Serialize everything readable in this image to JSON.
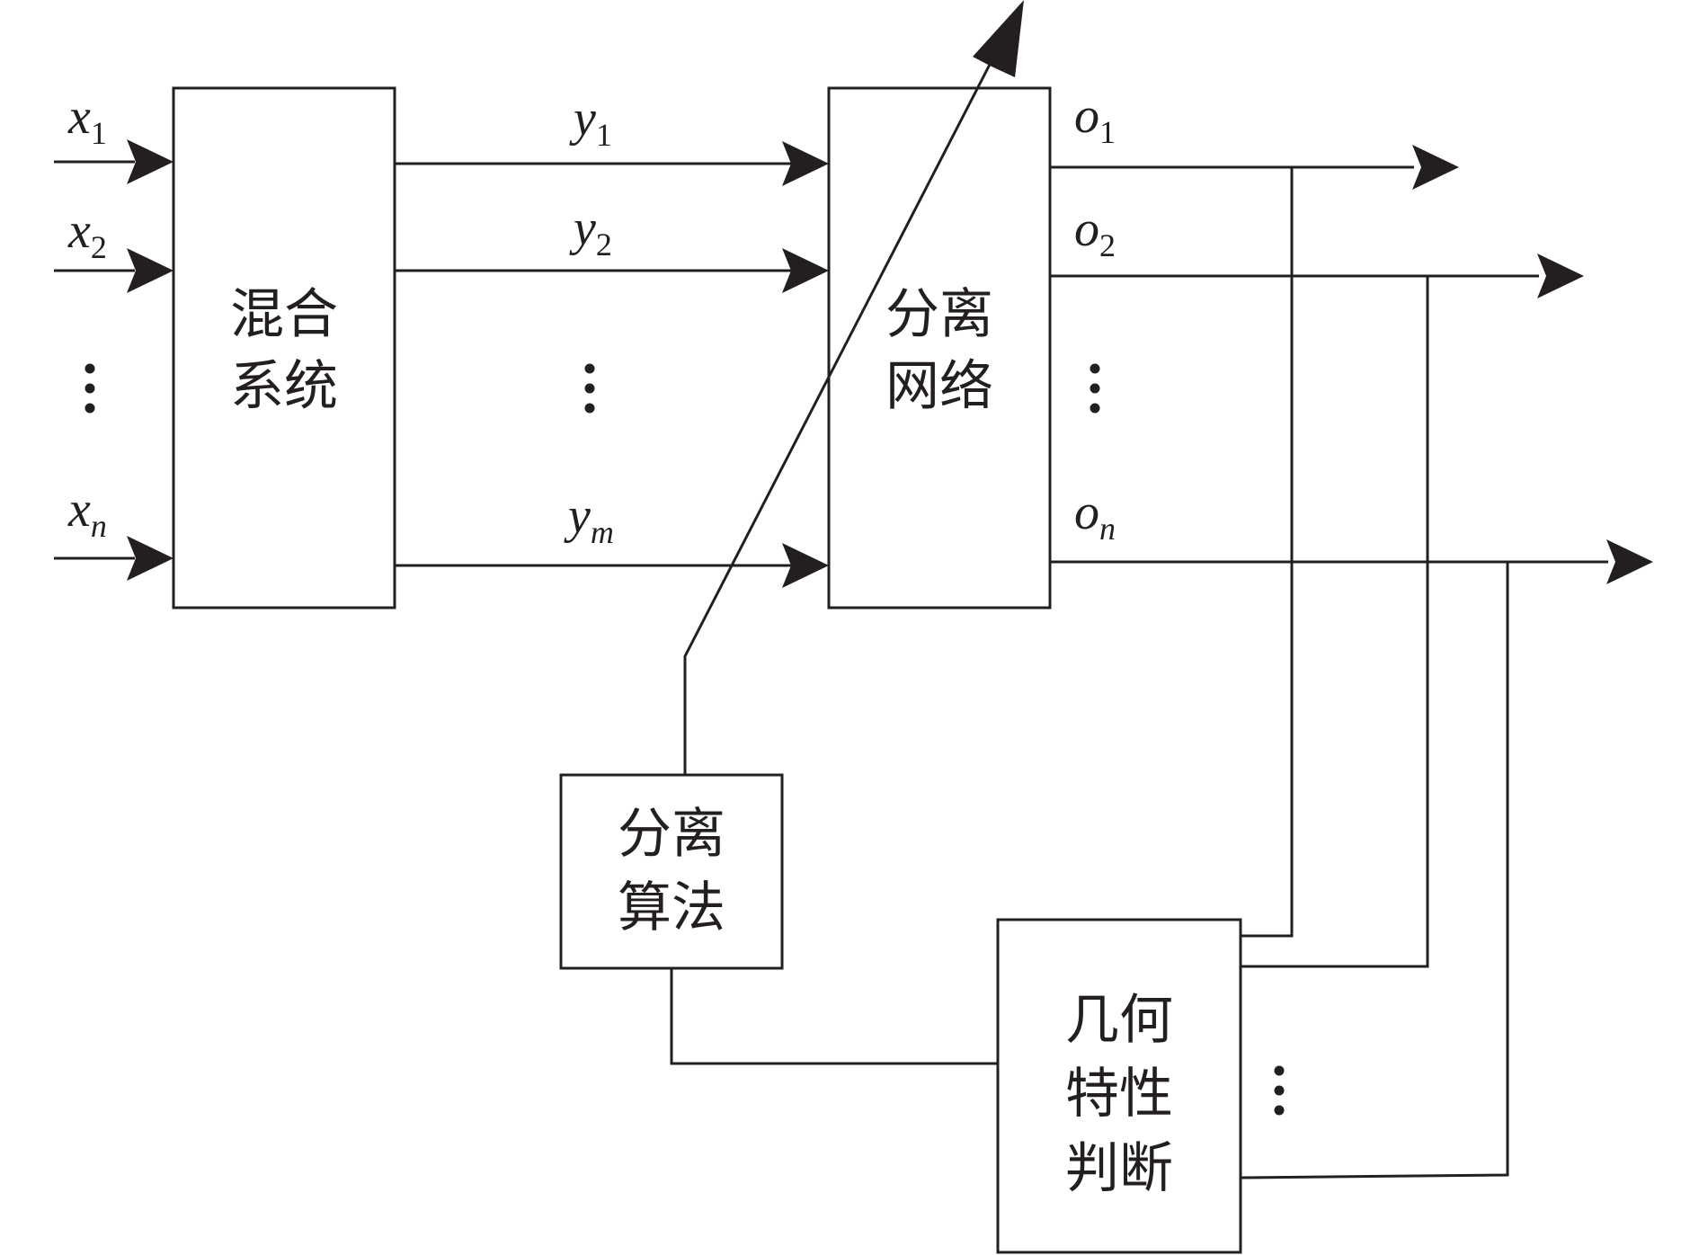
{
  "blocks": {
    "mixing": {
      "line1": "混合",
      "line2": "系统"
    },
    "separation_network": {
      "line1": "分离",
      "line2": "网络"
    },
    "separation_algorithm": {
      "line1": "分离",
      "line2": "算法"
    },
    "geometric_judgment": {
      "line1": "几何",
      "line2": "特性",
      "line3": "判断"
    }
  },
  "inputs": [
    {
      "var": "x",
      "sub": "1"
    },
    {
      "var": "x",
      "sub": "2"
    },
    {
      "var": "x",
      "sub": "n"
    }
  ],
  "mixtures": [
    {
      "var": "y",
      "sub": "1"
    },
    {
      "var": "y",
      "sub": "2"
    },
    {
      "var": "y",
      "sub": "m"
    }
  ],
  "outputs": [
    {
      "var": "o",
      "sub": "1"
    },
    {
      "var": "o",
      "sub": "2"
    },
    {
      "var": "o",
      "sub": "n"
    }
  ],
  "colors": {
    "line": "#231f20",
    "background": "#ffffff"
  }
}
